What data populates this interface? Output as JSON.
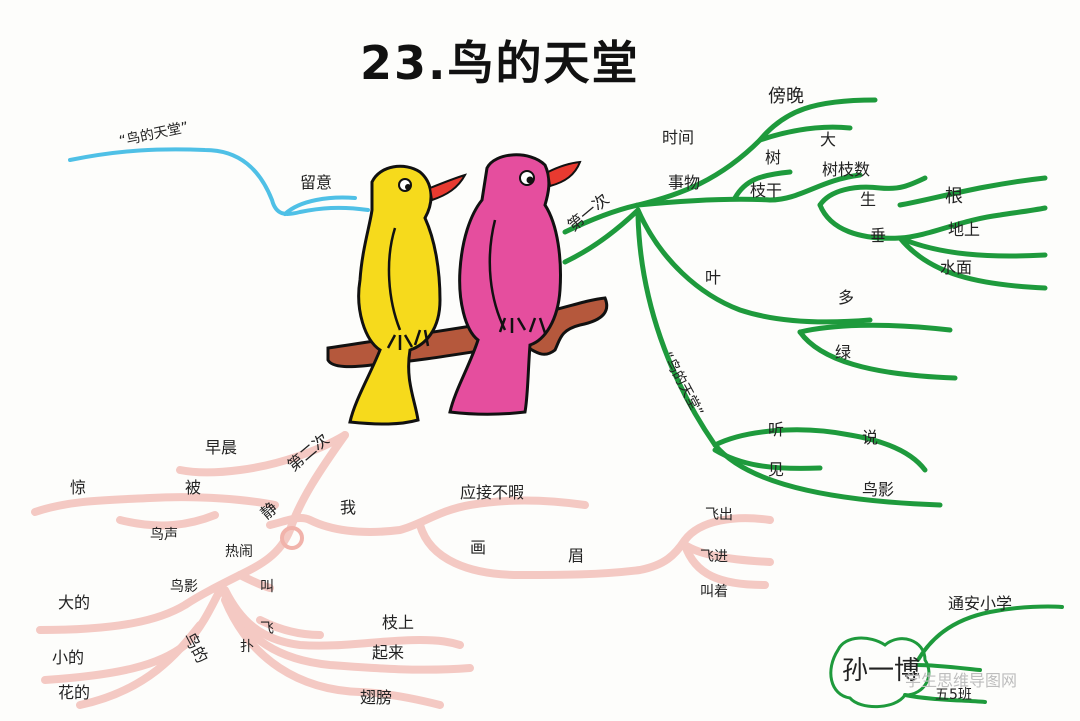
{
  "title": "23.鸟的天堂",
  "left_top": {
    "topic": "“鸟的天堂”",
    "sub": "留意"
  },
  "first_visit": {
    "label": "第一次",
    "time": {
      "label": "时间",
      "value": "傍晚"
    },
    "things": {
      "label": "事物",
      "tree": "树",
      "big": "大",
      "count": "树枝数",
      "branch": "枝干",
      "grow": "生",
      "root": "根",
      "hang": "垂",
      "ground": "地上",
      "water": "水面"
    },
    "leaf": {
      "label": "叶",
      "many": "多",
      "green": "绿"
    },
    "heaven": {
      "label": "“鸟的天堂”",
      "listen": "听",
      "say": "说",
      "see": "见",
      "bird_shadow": "鸟影"
    }
  },
  "second_visit": {
    "label": "第二次",
    "morning": "早晨",
    "quiet": "静",
    "scare": "惊",
    "by": "被",
    "bird_song": "鸟声",
    "busy": "热闹",
    "me": "我",
    "overwhelmed": "应接不暇",
    "draw": "画",
    "eyebrow": "眉",
    "fly_out": "飞出",
    "fly_in": "飞进",
    "chirp_shang": "叫着",
    "bird_shadow2": "鸟影",
    "call": "叫",
    "big_white": "大的",
    "small_white": "小的",
    "colorful": "花的",
    "birds": "鸟的",
    "fly": "飞",
    "flap": "扑",
    "on_branch": "枝上",
    "up": "起来",
    "wings": "翅膀"
  },
  "author": {
    "school": "通安小学",
    "name": "孙一博",
    "class": "五5班"
  },
  "watermark": "学生思维导图网",
  "colors": {
    "green": "#1e9a3c",
    "blue": "#4fc0e6",
    "pink": "#f4c9c3",
    "yellow": "#f6da1c",
    "magenta": "#e54e9e",
    "branch": "#b5583c",
    "beak": "#e83a30"
  }
}
